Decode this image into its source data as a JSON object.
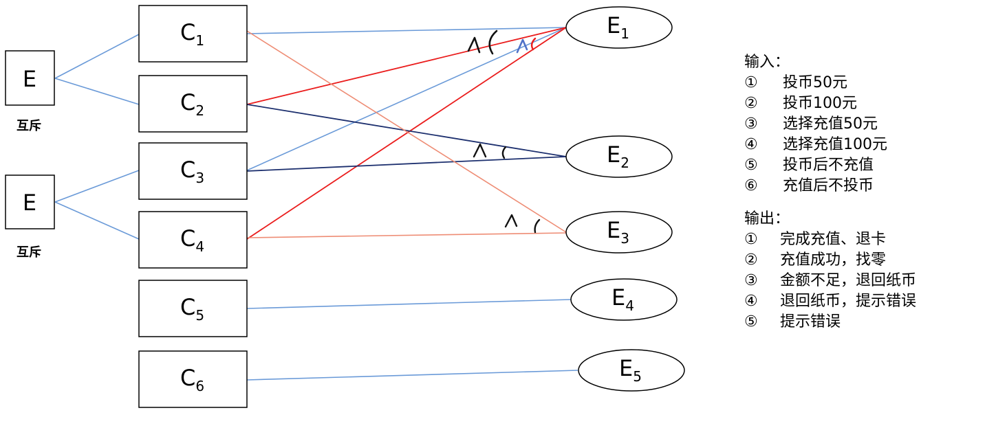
{
  "causes": [
    {
      "letter": "C",
      "sub": "1"
    },
    {
      "letter": "C",
      "sub": "2"
    },
    {
      "letter": "C",
      "sub": "3"
    },
    {
      "letter": "C",
      "sub": "4"
    },
    {
      "letter": "C",
      "sub": "5"
    },
    {
      "letter": "C",
      "sub": "6"
    }
  ],
  "effects": [
    {
      "letter": "E",
      "sub": "1"
    },
    {
      "letter": "E",
      "sub": "2"
    },
    {
      "letter": "E",
      "sub": "3"
    },
    {
      "letter": "E",
      "sub": "4"
    },
    {
      "letter": "E",
      "sub": "5"
    }
  ],
  "constraints": [
    {
      "label": "E",
      "note": "互斥"
    },
    {
      "label": "E",
      "note": "互斥"
    }
  ],
  "logic_marks": {
    "and": "Λ",
    "open": "("
  },
  "colors": {
    "blue": "#6a9ad8",
    "red": "#ea1c1c",
    "navy": "#1c2f6e",
    "salmon": "#ee8c74",
    "marker_blue": "#4f72c8"
  },
  "legend": {
    "input_title": "输入：",
    "inputs": [
      {
        "num": "①",
        "text": "投币50元"
      },
      {
        "num": "②",
        "text": "投币100元"
      },
      {
        "num": "③",
        "text": "选择充值50元"
      },
      {
        "num": "④",
        "text": "选择充值100元"
      },
      {
        "num": "⑤",
        "text": "投币后不充值"
      },
      {
        "num": "⑥",
        "text": "充值后不投币"
      }
    ],
    "output_title": "输出：",
    "outputs": [
      {
        "num": "①",
        "text": "完成充值、退卡"
      },
      {
        "num": "②",
        "text": "充值成功，找零"
      },
      {
        "num": "③",
        "text": "金额不足，退回纸币"
      },
      {
        "num": "④",
        "text": "退回纸币，提示错误"
      },
      {
        "num": "⑤",
        "text": "提示错误"
      }
    ]
  }
}
